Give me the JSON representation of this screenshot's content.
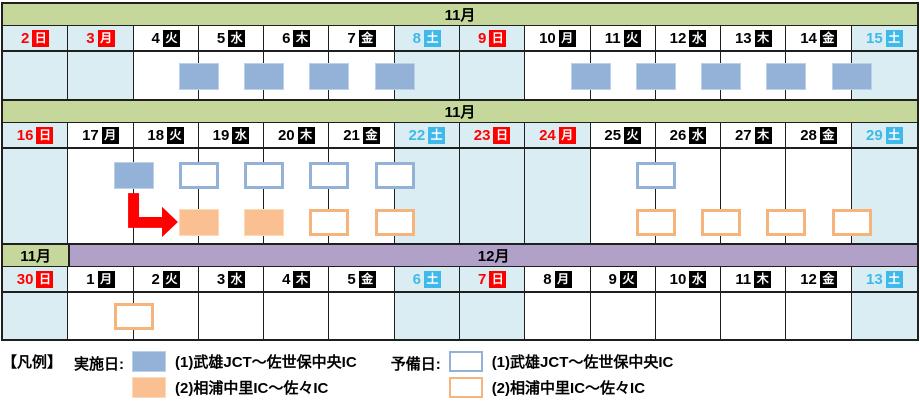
{
  "colors": {
    "header_green": "#C6D79B",
    "header_purple": "#B1A0C7",
    "weekend_bg": "#DAEDF3",
    "implementation_blue": "#94B2D8",
    "implementation_orange": "#FAC092",
    "reserve_orange_border": "#F4B47C",
    "holiday_red": "#FF0000",
    "saturday_cyan": "#3FB9E9",
    "grid": "#1F1F1F"
  },
  "calendar": {
    "sections": [
      {
        "name": "november-week-1",
        "header": [
          {
            "label": "11月",
            "style": "green",
            "span": 14
          }
        ],
        "days": [
          {
            "n": "2",
            "w": "日",
            "k": "h"
          },
          {
            "n": "3",
            "w": "月",
            "k": "h"
          },
          {
            "n": "4",
            "w": "火",
            "k": "d"
          },
          {
            "n": "5",
            "w": "水",
            "k": "d"
          },
          {
            "n": "6",
            "w": "木",
            "k": "d"
          },
          {
            "n": "7",
            "w": "金",
            "k": "d"
          },
          {
            "n": "8",
            "w": "土",
            "k": "s"
          },
          {
            "n": "9",
            "w": "日",
            "k": "h"
          },
          {
            "n": "10",
            "w": "月",
            "k": "d"
          },
          {
            "n": "11",
            "w": "火",
            "k": "d"
          },
          {
            "n": "12",
            "w": "水",
            "k": "d"
          },
          {
            "n": "13",
            "w": "木",
            "k": "d"
          },
          {
            "n": "14",
            "w": "金",
            "k": "d"
          },
          {
            "n": "15",
            "w": "土",
            "k": "s"
          }
        ],
        "lanes": [
          {
            "boxes": [
              {
                "b": 3,
                "style": "blue-fill"
              },
              {
                "b": 4,
                "style": "blue-fill"
              },
              {
                "b": 5,
                "style": "blue-fill"
              },
              {
                "b": 6,
                "style": "blue-fill"
              },
              {
                "b": 9,
                "style": "blue-fill"
              },
              {
                "b": 10,
                "style": "blue-fill"
              },
              {
                "b": 11,
                "style": "blue-fill"
              },
              {
                "b": 12,
                "style": "blue-fill"
              },
              {
                "b": 13,
                "style": "blue-fill"
              }
            ]
          }
        ]
      },
      {
        "name": "november-week-3",
        "header": [
          {
            "label": "11月",
            "style": "green",
            "span": 14
          }
        ],
        "days": [
          {
            "n": "16",
            "w": "日",
            "k": "h"
          },
          {
            "n": "17",
            "w": "月",
            "k": "d"
          },
          {
            "n": "18",
            "w": "火",
            "k": "d"
          },
          {
            "n": "19",
            "w": "水",
            "k": "d"
          },
          {
            "n": "20",
            "w": "木",
            "k": "d"
          },
          {
            "n": "21",
            "w": "金",
            "k": "d"
          },
          {
            "n": "22",
            "w": "土",
            "k": "s"
          },
          {
            "n": "23",
            "w": "日",
            "k": "h"
          },
          {
            "n": "24",
            "w": "月",
            "k": "h"
          },
          {
            "n": "25",
            "w": "火",
            "k": "d"
          },
          {
            "n": "26",
            "w": "水",
            "k": "d"
          },
          {
            "n": "27",
            "w": "木",
            "k": "d"
          },
          {
            "n": "28",
            "w": "金",
            "k": "d"
          },
          {
            "n": "29",
            "w": "土",
            "k": "s"
          }
        ],
        "lanes": [
          {
            "boxes": [
              {
                "b": 2,
                "style": "blue-fill"
              },
              {
                "b": 3,
                "style": "blue-outline"
              },
              {
                "b": 4,
                "style": "blue-outline"
              },
              {
                "b": 5,
                "style": "blue-outline"
              },
              {
                "b": 6,
                "style": "blue-outline"
              },
              {
                "b": 10,
                "style": "blue-outline"
              }
            ]
          },
          {
            "boxes": [
              {
                "b": 3,
                "style": "orange-fill"
              },
              {
                "b": 4,
                "style": "orange-fill"
              },
              {
                "b": 5,
                "style": "orange-outline"
              },
              {
                "b": 6,
                "style": "orange-outline"
              },
              {
                "b": 10,
                "style": "orange-outline"
              },
              {
                "b": 11,
                "style": "orange-outline"
              },
              {
                "b": 12,
                "style": "orange-outline"
              },
              {
                "b": 13,
                "style": "orange-outline"
              }
            ]
          }
        ],
        "arrow": {
          "from_boundary": 2,
          "to_boundary": 3
        }
      },
      {
        "name": "november-december",
        "header": [
          {
            "label": "11月",
            "style": "green",
            "span": 1
          },
          {
            "label": "12月",
            "style": "purple",
            "span": 13
          }
        ],
        "days": [
          {
            "n": "30",
            "w": "日",
            "k": "h"
          },
          {
            "n": "1",
            "w": "月",
            "k": "d"
          },
          {
            "n": "2",
            "w": "火",
            "k": "d"
          },
          {
            "n": "3",
            "w": "水",
            "k": "d"
          },
          {
            "n": "4",
            "w": "木",
            "k": "d"
          },
          {
            "n": "5",
            "w": "金",
            "k": "d"
          },
          {
            "n": "6",
            "w": "土",
            "k": "s"
          },
          {
            "n": "7",
            "w": "日",
            "k": "h"
          },
          {
            "n": "8",
            "w": "月",
            "k": "d"
          },
          {
            "n": "9",
            "w": "火",
            "k": "d"
          },
          {
            "n": "10",
            "w": "水",
            "k": "d"
          },
          {
            "n": "11",
            "w": "木",
            "k": "d"
          },
          {
            "n": "12",
            "w": "金",
            "k": "d"
          },
          {
            "n": "13",
            "w": "土",
            "k": "s"
          }
        ],
        "lanes": [
          {
            "boxes": [
              {
                "b": 2,
                "style": "orange-outline"
              }
            ]
          }
        ]
      }
    ]
  },
  "legend": {
    "title": "【凡例】",
    "groups": [
      {
        "label": "実施日:",
        "items": [
          {
            "style": "blue-fill",
            "text": "(1)武雄JCT～佐世保中央IC"
          },
          {
            "style": "orange-fill",
            "text": "(2)相浦中里IC～佐々IC"
          }
        ]
      },
      {
        "label": "予備日:",
        "items": [
          {
            "style": "blue-outline",
            "text": "(1)武雄JCT～佐世保中央IC"
          },
          {
            "style": "orange-outline",
            "text": "(2)相浦中里IC～佐々IC"
          }
        ]
      }
    ]
  }
}
